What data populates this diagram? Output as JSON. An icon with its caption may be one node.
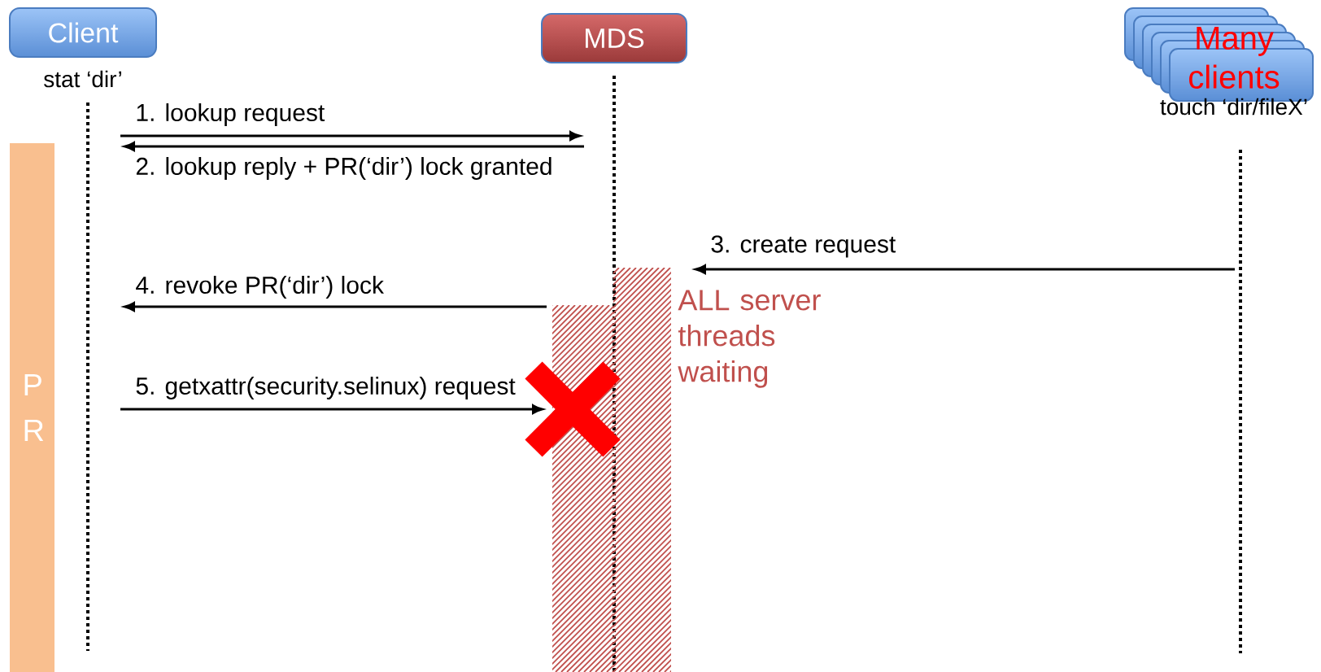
{
  "diagram": {
    "nodes": [
      {
        "text": [
          "Client"
        ],
        "beside": [
          "stat ‘dir’"
        ]
      },
      {
        "text": [
          "MDS"
        ]
      },
      {
        "text": [
          "Many clients"
        ],
        "beside": [
          "touch ‘dir/fileX’"
        ]
      },
      {
        "text": [],
        "shape": "line"
      },
      {
        "text": [],
        "shape": "line"
      },
      {
        "text": [],
        "shape": "line"
      },
      {
        "text": [
          "P R"
        ]
      },
      {
        "text": [],
        "shape": "box"
      },
      {
        "text": [],
        "shape": "box",
        "beside": [
          "ALL server threads waiting"
        ]
      }
    ],
    "edges": [
      {
        "from": 3,
        "to": 4,
        "arrow": "to",
        "label": "1. lookup request"
      },
      {
        "from": 4,
        "to": 3,
        "arrow": "to",
        "label": "2. lookup reply + PR(‘dir’) lock granted"
      },
      {
        "from": 5,
        "to": 8,
        "arrow": "to",
        "label": "3. create request"
      },
      {
        "from": 7,
        "to": 3,
        "arrow": "to",
        "label": "4. revoke PR(‘dir’) lock"
      },
      {
        "from": 3,
        "to": 7,
        "arrow": "to",
        "label": "5. getxattr(security.selinux) request"
      }
    ]
  }
}
